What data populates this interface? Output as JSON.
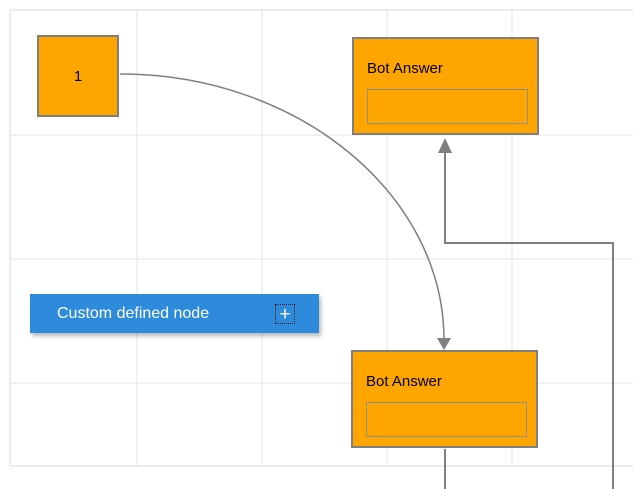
{
  "canvas": {
    "background_color": "#ffffff",
    "grid_line_color": "#e3e3e3",
    "grid_border_color": "#d9d9d9"
  },
  "nodes": {
    "start": {
      "label": "1",
      "fill": "#FFA500",
      "border_color": "#7f7f7f"
    },
    "bot_top": {
      "title": "Bot Answer",
      "input_value": "",
      "fill": "#FFA500",
      "border_color": "#7f7f7f"
    },
    "bot_bottom": {
      "title": "Bot Answer",
      "input_value": "",
      "fill": "#FFA500",
      "border_color": "#7f7f7f"
    },
    "custom": {
      "label": "Custom defined node",
      "add_icon": "+",
      "fill": "#2e8bdc",
      "text_color": "#ffffff"
    }
  },
  "connectors": {
    "color": "#7f7f7f",
    "curved_link": "node 1 to bottom Bot Answer, arrow pointing down",
    "orthogonal_link": "bottom Bot Answer around right side up into top Bot Answer, arrow pointing up"
  }
}
